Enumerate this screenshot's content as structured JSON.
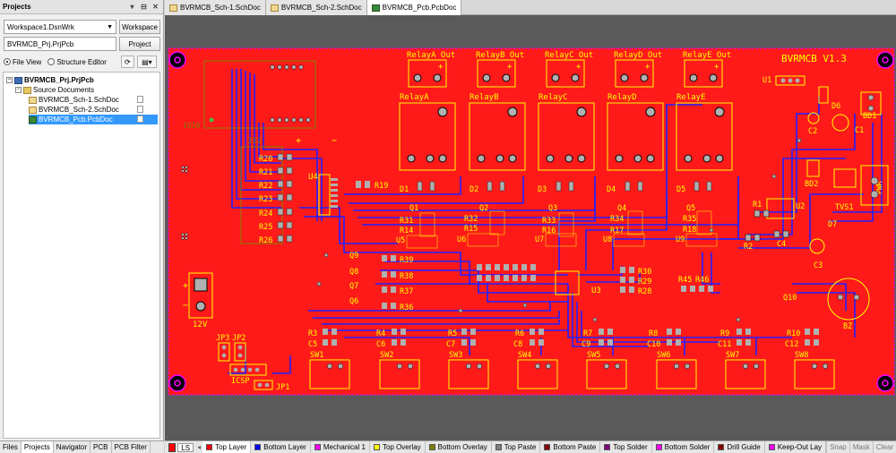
{
  "projects_panel": {
    "title": "Projects",
    "workspace_combo": "Workspace1.DsnWrk",
    "workspace_button": "Workspace",
    "project_field": "BVRMCB_Prj.PrjPcb",
    "project_button": "Project",
    "file_view_label": "File View",
    "structure_editor_label": "Structure Editor",
    "tree": {
      "project": "BVRMCB_Prj.PrjPcb",
      "source_folder": "Source Documents",
      "files": [
        "BVRMCB_Sch-1.SchDoc",
        "BVRMCB_Sch-2.SchDoc",
        "BVRMCB_Pcb.PcbDoc"
      ]
    },
    "bottom_tabs": [
      "Files",
      "Projects",
      "Navigator",
      "PCB",
      "PCB Filter"
    ]
  },
  "doc_tabs": [
    "BVRMCB_Sch-1.SchDoc",
    "BVRMCB_Sch-2.SchDoc",
    "BVRMCB_Pcb.PcbDoc"
  ],
  "pcb": {
    "board_title": "BVRMCB V1.3",
    "relay_outputs": [
      "RelayA Out",
      "RelayB Out",
      "RelayC Out",
      "RelayD Out",
      "RelayE Out"
    ],
    "relays": [
      "RelayA",
      "RelayB",
      "RelayC",
      "RelayD",
      "RelayE"
    ],
    "diodes": [
      "D1",
      "D2",
      "D3",
      "D4",
      "D5"
    ],
    "transistors": [
      "Q1",
      "Q2",
      "Q3",
      "Q4",
      "Q5"
    ],
    "relay_resistors_top": [
      "R31",
      "R32",
      "R33",
      "R34",
      "R35"
    ],
    "relay_resistors_bottom": [
      "R14",
      "R15",
      "R16",
      "R17",
      "R18"
    ],
    "opto": [
      "U5",
      "U6",
      "U7",
      "U8",
      "U9"
    ],
    "switches": [
      "SW1",
      "SW2",
      "SW3",
      "SW4",
      "SW5",
      "SW6",
      "SW7",
      "SW8"
    ],
    "switch_res": [
      "R3",
      "R4",
      "R5",
      "R6",
      "R7",
      "R8",
      "R9",
      "R10"
    ],
    "switch_caps": [
      "C5",
      "C6",
      "C7",
      "C8",
      "C9",
      "C10",
      "C11",
      "C12"
    ],
    "left_resistors": [
      "R20",
      "R21",
      "R22",
      "R23",
      "R24",
      "R25",
      "R26"
    ],
    "mid_resistors": [
      "R39",
      "R38",
      "R37",
      "R36"
    ],
    "mid_transistors": [
      "Q9",
      "Q8",
      "Q7",
      "Q6"
    ],
    "right_resistors": [
      "R30",
      "R29",
      "R28"
    ],
    "labels": {
      "io10": "IO10",
      "js2": "JS2",
      "u4": "U4",
      "r19": "R19",
      "u3": "U3",
      "u1": "U1",
      "u2": "U2",
      "d6": "D6",
      "d7": "D7",
      "c1": "C1",
      "c2": "C2",
      "c3": "C3",
      "c4": "C4",
      "bd1": "BD1",
      "bd2": "BD2",
      "r1": "R1",
      "r2": "R2",
      "tvs1": "TVS1",
      "pwr": "PWR",
      "q10": "Q10",
      "r45": "R45",
      "r46": "R46",
      "bz": "BZ",
      "v12": "12V",
      "jp3": "JP3",
      "jp2": "JP2",
      "jp1": "JP1",
      "icsp": "ICSP",
      "plus": "+",
      "minus": "−"
    }
  },
  "layer_bar": {
    "ls_label": "LS",
    "layers": [
      {
        "name": "Top Layer",
        "color": "#ff0000"
      },
      {
        "name": "Bottom Layer",
        "color": "#0000ff"
      },
      {
        "name": "Mechanical 1",
        "color": "#ff00ff"
      },
      {
        "name": "Top Overlay",
        "color": "#ffff00"
      },
      {
        "name": "Bottom Overlay",
        "color": "#808000"
      },
      {
        "name": "Top Paste",
        "color": "#808080"
      },
      {
        "name": "Bottom Paste",
        "color": "#800000"
      },
      {
        "name": "Top Solder",
        "color": "#800080"
      },
      {
        "name": "Bottom Solder",
        "color": "#ff00ff"
      },
      {
        "name": "Drill Guide",
        "color": "#800000"
      },
      {
        "name": "Keep-Out Lay",
        "color": "#ff00ff"
      }
    ],
    "tools": [
      "Snap",
      "Mask Level",
      "Clear"
    ]
  },
  "colors": {
    "board": "#ff1a1a",
    "overlay": "#ffff00",
    "bottom_trace": "#2020ff",
    "pad": "#b0b0b0",
    "canvas_bg": "#000000"
  }
}
